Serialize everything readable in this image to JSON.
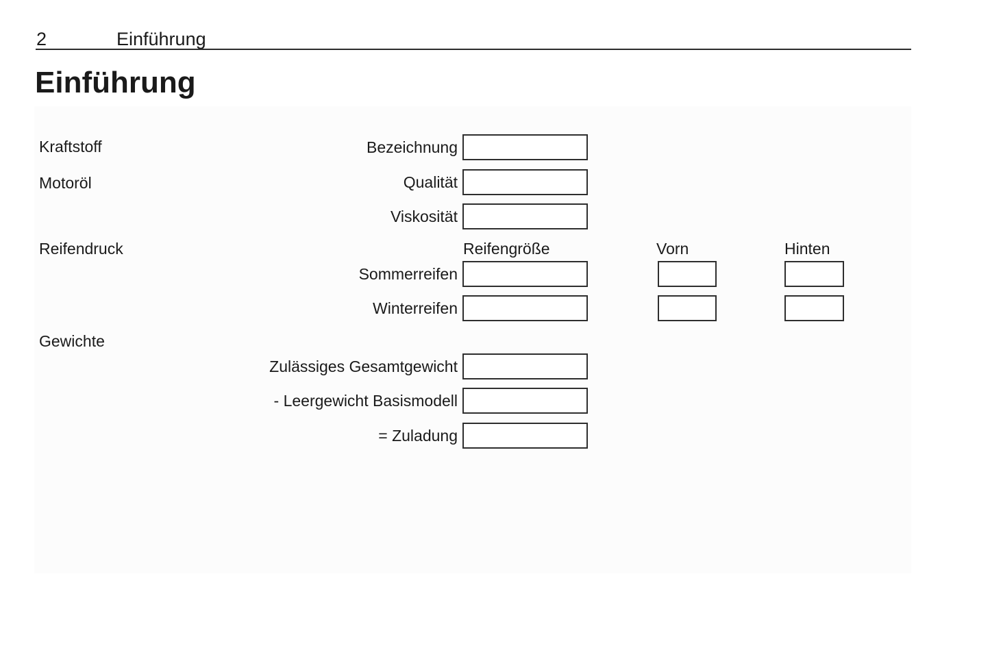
{
  "header": {
    "page_number": "2",
    "chapter_title": "Einführung"
  },
  "page_title": "Einführung",
  "form": {
    "fuel": {
      "section_label": "Kraftstoff",
      "designation": {
        "label": "Bezeichnung",
        "value": ""
      }
    },
    "oil": {
      "section_label": "Motoröl",
      "quality": {
        "label": "Qualität",
        "value": ""
      },
      "viscosity": {
        "label": "Viskosität",
        "value": ""
      }
    },
    "tires": {
      "section_label": "Reifendruck",
      "columns": {
        "size": "Reifengröße",
        "front": "Vorn",
        "rear": "Hinten"
      },
      "summer": {
        "label": "Sommerreifen",
        "size_value": "",
        "front_value": "",
        "rear_value": ""
      },
      "winter": {
        "label": "Winterreifen",
        "size_value": "",
        "front_value": "",
        "rear_value": ""
      }
    },
    "weights": {
      "section_label": "Gewichte",
      "gross": {
        "label": "Zulässiges Gesamtgewicht",
        "value": ""
      },
      "curb": {
        "label": "- Leergewicht Basismodell",
        "value": ""
      },
      "payload": {
        "label": "= Zuladung",
        "value": ""
      }
    }
  },
  "colors": {
    "panel_bg": "#fcfcfc",
    "box_border": "#2e2e2e",
    "text": "#1a1a1a",
    "rule": "#2b2b2b"
  }
}
